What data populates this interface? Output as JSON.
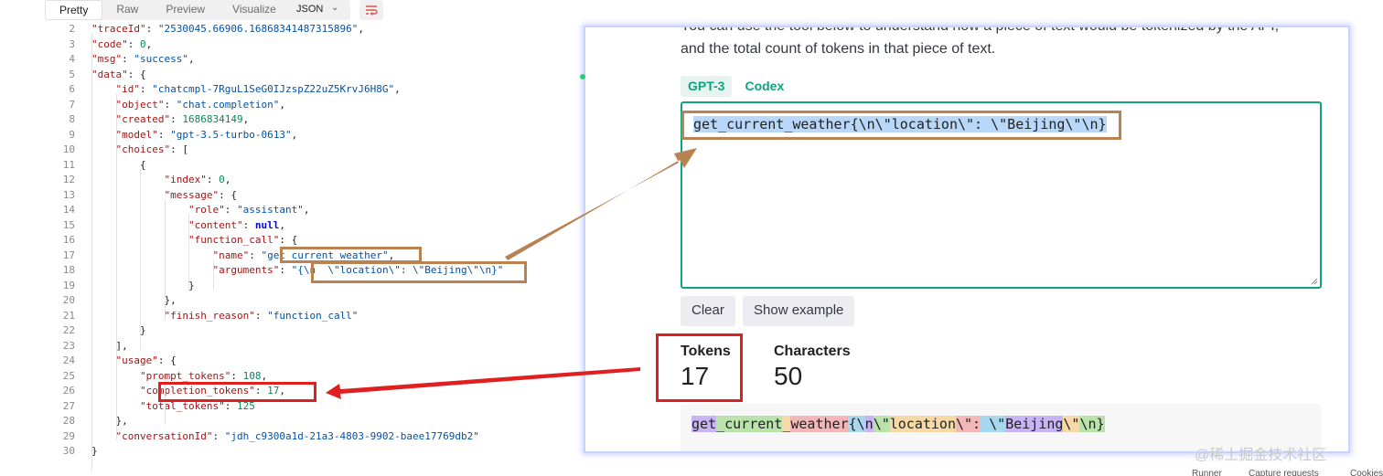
{
  "left_pane": {
    "tabs": [
      "Pretty",
      "Raw",
      "Preview",
      "Visualize"
    ],
    "active_tab": "Pretty",
    "format": "JSON",
    "lines": [
      {
        "n": "2",
        "indent": 1,
        "html": "<span class=\"k\">\"traceId\"</span>: <span class=\"s\">\"2530045.66906.16868341487315896\"</span>,"
      },
      {
        "n": "3",
        "indent": 1,
        "html": "<span class=\"k\">\"code\"</span>: <span class=\"n\">0</span>,"
      },
      {
        "n": "4",
        "indent": 1,
        "html": "<span class=\"k\">\"msg\"</span>: <span class=\"s\">\"success\"</span>,"
      },
      {
        "n": "5",
        "indent": 1,
        "html": "<span class=\"k\">\"data\"</span>: {"
      },
      {
        "n": "6",
        "indent": 2,
        "html": "<span class=\"k\">\"id\"</span>: <span class=\"s\">\"chatcmpl-7RguL1SeG0IJzspZ22uZ5KrvJ6H8G\"</span>,"
      },
      {
        "n": "7",
        "indent": 2,
        "html": "<span class=\"k\">\"object\"</span>: <span class=\"s\">\"chat.completion\"</span>,"
      },
      {
        "n": "8",
        "indent": 2,
        "html": "<span class=\"k\">\"created\"</span>: <span class=\"n\">1686834149</span>,"
      },
      {
        "n": "9",
        "indent": 2,
        "html": "<span class=\"k\">\"model\"</span>: <span class=\"s\">\"gpt-3.5-turbo-0613\"</span>,"
      },
      {
        "n": "10",
        "indent": 2,
        "html": "<span class=\"k\">\"choices\"</span>: ["
      },
      {
        "n": "11",
        "indent": 3,
        "html": "{"
      },
      {
        "n": "12",
        "indent": 4,
        "html": "<span class=\"k\">\"index\"</span>: <span class=\"n\">0</span>,"
      },
      {
        "n": "13",
        "indent": 4,
        "html": "<span class=\"k\">\"message\"</span>: {"
      },
      {
        "n": "14",
        "indent": 5,
        "html": "<span class=\"k\">\"role\"</span>: <span class=\"s\">\"assistant\"</span>,"
      },
      {
        "n": "15",
        "indent": 5,
        "html": "<span class=\"k\">\"content\"</span>: <span class=\"kw\">null</span>,"
      },
      {
        "n": "16",
        "indent": 5,
        "html": "<span class=\"k\">\"function_call\"</span>: {"
      },
      {
        "n": "17",
        "indent": 6,
        "html": "<span class=\"k\">\"name\"</span>: <span class=\"s\">\"get_current_weather\"</span>,"
      },
      {
        "n": "18",
        "indent": 6,
        "html": "<span class=\"k\">\"arguments\"</span>: <span class=\"s\">\"{\\n  \\\"location\\\": \\\"Beijing\\\"\\n}\"</span>"
      },
      {
        "n": "19",
        "indent": 5,
        "html": "}"
      },
      {
        "n": "20",
        "indent": 4,
        "html": "},"
      },
      {
        "n": "21",
        "indent": 4,
        "html": "<span class=\"k\">\"finish_reason\"</span>: <span class=\"s\">\"function_call\"</span>"
      },
      {
        "n": "22",
        "indent": 3,
        "html": "}"
      },
      {
        "n": "23",
        "indent": 2,
        "html": "],"
      },
      {
        "n": "24",
        "indent": 2,
        "html": "<span class=\"k\">\"usage\"</span>: {"
      },
      {
        "n": "25",
        "indent": 3,
        "html": "<span class=\"k\">\"prompt_tokens\"</span>: <span class=\"n\">108</span>,"
      },
      {
        "n": "26",
        "indent": 3,
        "html": "<span class=\"k\">\"completion_tokens\"</span>: <span class=\"n\">17</span>,"
      },
      {
        "n": "27",
        "indent": 3,
        "html": "<span class=\"k\">\"total_tokens\"</span>: <span class=\"n\">125</span>"
      },
      {
        "n": "28",
        "indent": 2,
        "html": "},"
      },
      {
        "n": "29",
        "indent": 2,
        "html": "<span class=\"k\">\"conversationId\"</span>: <span class=\"s\">\"jdh_c9300a1d-21a3-4803-9902-baee17769db2\"</span>"
      },
      {
        "n": "30",
        "indent": 1,
        "html": "}"
      }
    ]
  },
  "tokenizer": {
    "intro_line1": "You can use the tool below to understand how a piece of text would be tokenized by the API,",
    "intro_line2": "and the total count of tokens in that piece of text.",
    "models": [
      "GPT-3",
      "Codex"
    ],
    "selected_model": "GPT-3",
    "input_text": "get_current_weather{\\n\\\"location\\\": \\\"Beijing\\\"\\n}",
    "clear_label": "Clear",
    "example_label": "Show example",
    "tokens_label": "Tokens",
    "tokens_value": "17",
    "chars_label": "Characters",
    "chars_value": "50",
    "tokens": [
      {
        "t": "get",
        "c": "#c8b3f4"
      },
      {
        "t": "_current",
        "c": "#b9e3ab"
      },
      {
        "t": "_",
        "c": "#f7d9a6"
      },
      {
        "t": "weather",
        "c": "#f4b7b7"
      },
      {
        "t": "{\\",
        "c": "#a8d8f0"
      },
      {
        "t": "n",
        "c": "#c8b3f4"
      },
      {
        "t": "\\\"",
        "c": "#b9e3ab"
      },
      {
        "t": "location",
        "c": "#f7d9a6"
      },
      {
        "t": "\\\":",
        "c": "#f4b7b7"
      },
      {
        "t": " \\\"",
        "c": "#a8d8f0"
      },
      {
        "t": "Beijing",
        "c": "#c8b3f4"
      },
      {
        "t": "\\\"",
        "c": "#f7d9a6"
      },
      {
        "t": "\\n}",
        "c": "#b9e3ab"
      }
    ]
  },
  "bottom_bar": {
    "runner": "Runner",
    "capture": "Capture requests",
    "cookies": "Cookies"
  },
  "watermark": "@稀土掘金技术社区",
  "colors": {
    "annotation_brown": "#b98252",
    "annotation_red": "#e02020",
    "accent_green": "#10a37f"
  }
}
